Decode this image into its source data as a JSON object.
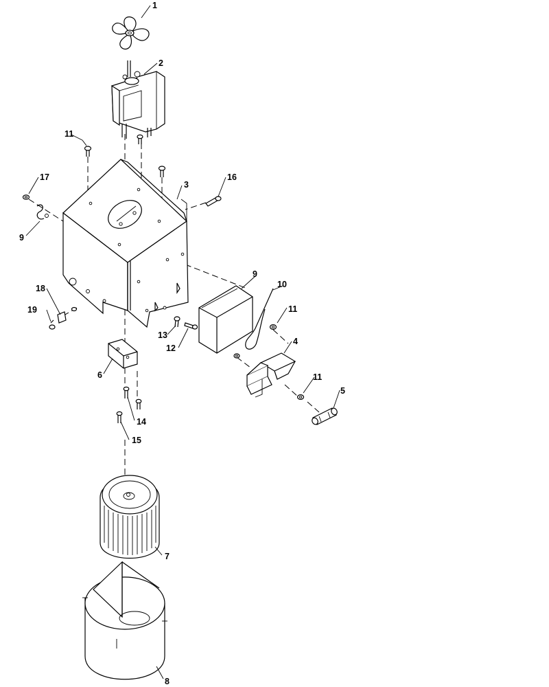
{
  "callouts": {
    "c1": "1",
    "c2": "2",
    "c3": "3",
    "c4": "4",
    "c5": "5",
    "c6": "6",
    "c7": "7",
    "c8": "8",
    "c9a": "9",
    "c9b": "9",
    "c10": "10",
    "c11a": "11",
    "c11b": "11",
    "c11c": "11",
    "c12": "12",
    "c13": "13",
    "c14": "14",
    "c15": "15",
    "c16": "16",
    "c17": "17",
    "c18": "18",
    "c19": "19"
  }
}
